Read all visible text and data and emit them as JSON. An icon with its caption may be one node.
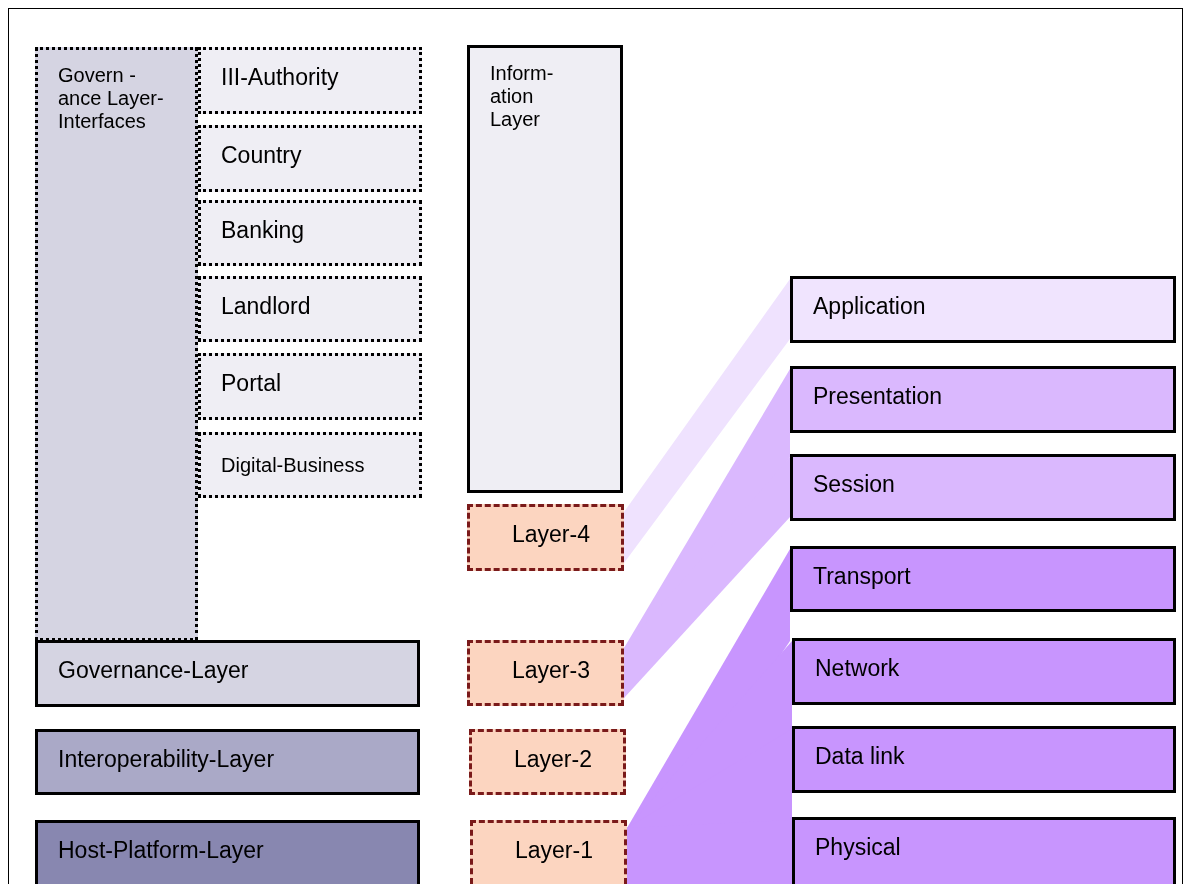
{
  "diagram": {
    "nodes": [
      {
        "text": [
          "Govern -ance Layer- Interfaces"
        ]
      },
      {
        "text": [
          "III-Authority"
        ]
      },
      {
        "text": [
          "Country"
        ]
      },
      {
        "text": [
          "Banking"
        ]
      },
      {
        "text": [
          "Landlord"
        ]
      },
      {
        "text": [
          "Portal"
        ]
      },
      {
        "text": [
          "Digital-Business"
        ]
      },
      {
        "text": [
          "Inform- ation Layer"
        ]
      },
      {
        "text": [
          "Layer-4"
        ]
      },
      {
        "text": [
          "Layer-3"
        ]
      },
      {
        "text": [
          "Layer-2"
        ]
      },
      {
        "text": [
          "Layer-1"
        ]
      },
      {
        "text": [
          "Governance-Layer"
        ]
      },
      {
        "text": [
          "Interoperability-Layer"
        ]
      },
      {
        "text": [
          "Host-Platform-Layer"
        ]
      },
      {
        "text": [
          "Application"
        ]
      },
      {
        "text": [
          "Presentation"
        ]
      },
      {
        "text": [
          "Session"
        ]
      },
      {
        "text": [
          "Transport"
        ]
      },
      {
        "text": [
          "Network"
        ]
      },
      {
        "text": [
          "Data link"
        ]
      },
      {
        "text": [
          "Physical"
        ]
      }
    ],
    "edges": [
      {
        "from": 8,
        "to": 15,
        "arrow": "none",
        "style": "thick",
        "color": "#efe2fe"
      },
      {
        "from": 9,
        "to": 16,
        "arrow": "none",
        "style": "thick",
        "color": "#dab8fe"
      },
      {
        "from": 9,
        "to": 17,
        "arrow": "none",
        "style": "thick",
        "color": "#dab8fe"
      },
      {
        "from": 11,
        "to": 18,
        "arrow": "none",
        "style": "thick",
        "color": "#c895fe"
      },
      {
        "from": 11,
        "to": 19,
        "arrow": "none",
        "style": "thick",
        "color": "#c895fe"
      },
      {
        "from": 11,
        "to": 20,
        "arrow": "none",
        "style": "thick",
        "color": "#c895fe"
      },
      {
        "from": 11,
        "to": 21,
        "arrow": "none",
        "style": "thick",
        "color": "#c895fe"
      }
    ]
  }
}
